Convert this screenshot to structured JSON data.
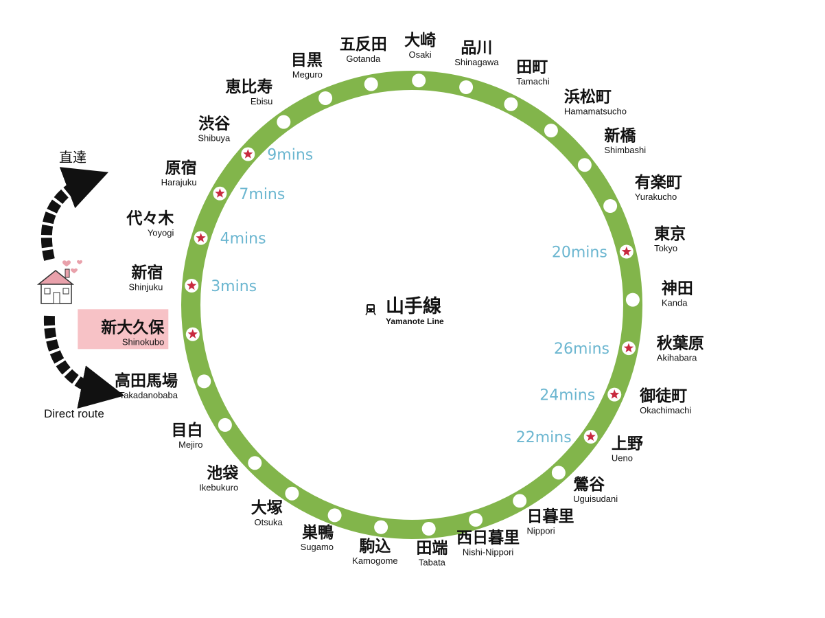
{
  "line": {
    "name_jp": "山手線",
    "name_en": "Yamanote Line",
    "line_color": "#82b54b",
    "station_color": "#ffffff",
    "highlight_color": "#f7c2c6",
    "star_color": "#c8293f",
    "time_color": "#6bb6d0",
    "train_icon": "train-icon"
  },
  "legend": {
    "top_label": "直達",
    "bottom_label": "Direct route",
    "home_icon": "house-icon",
    "arrow_icon": "curved-arrow-icon",
    "heart_icon": "heart-icon"
  },
  "stations": [
    {
      "id": "shinokubo",
      "jp": "新大久保",
      "en": "Shinokubo",
      "star": true,
      "highlight": true,
      "time": ""
    },
    {
      "id": "shinjuku",
      "jp": "新宿",
      "en": "Shinjuku",
      "star": true,
      "time": "3mins"
    },
    {
      "id": "yoyogi",
      "jp": "代々木",
      "en": "Yoyogi",
      "star": true,
      "time": "4mins"
    },
    {
      "id": "harajuku",
      "jp": "原宿",
      "en": "Harajuku",
      "star": true,
      "time": "7mins"
    },
    {
      "id": "shibuya",
      "jp": "渋谷",
      "en": "Shibuya",
      "star": true,
      "time": "9mins"
    },
    {
      "id": "ebisu",
      "jp": "恵比寿",
      "en": "Ebisu",
      "star": false,
      "time": ""
    },
    {
      "id": "meguro",
      "jp": "目黒",
      "en": "Meguro",
      "star": false,
      "time": ""
    },
    {
      "id": "gotanda",
      "jp": "五反田",
      "en": "Gotanda",
      "star": false,
      "time": ""
    },
    {
      "id": "osaki",
      "jp": "大崎",
      "en": "Osaki",
      "star": false,
      "time": ""
    },
    {
      "id": "shinagawa",
      "jp": "品川",
      "en": "Shinagawa",
      "star": false,
      "time": ""
    },
    {
      "id": "tamachi",
      "jp": "田町",
      "en": "Tamachi",
      "star": false,
      "time": ""
    },
    {
      "id": "hamamatsucho",
      "jp": "浜松町",
      "en": "Hamamatsucho",
      "star": false,
      "time": ""
    },
    {
      "id": "shimbashi",
      "jp": "新橋",
      "en": "Shimbashi",
      "star": false,
      "time": ""
    },
    {
      "id": "yurakucho",
      "jp": "有楽町",
      "en": "Yurakucho",
      "star": false,
      "time": ""
    },
    {
      "id": "tokyo",
      "jp": "東京",
      "en": "Tokyo",
      "star": true,
      "time": "20mins"
    },
    {
      "id": "kanda",
      "jp": "神田",
      "en": "Kanda",
      "star": false,
      "time": ""
    },
    {
      "id": "akihabara",
      "jp": "秋葉原",
      "en": "Akihabara",
      "star": true,
      "time": "26mins"
    },
    {
      "id": "okachimachi",
      "jp": "御徒町",
      "en": "Okachimachi",
      "star": true,
      "time": "24mins"
    },
    {
      "id": "ueno",
      "jp": "上野",
      "en": "Ueno",
      "star": true,
      "time": "22mins"
    },
    {
      "id": "uguisudani",
      "jp": "鶯谷",
      "en": "Uguisudani",
      "star": false,
      "time": ""
    },
    {
      "id": "nippori",
      "jp": "日暮里",
      "en": "Nippori",
      "star": false,
      "time": ""
    },
    {
      "id": "nishi-nippori",
      "jp": "西日暮里",
      "en": "Nishi-Nippori",
      "star": false,
      "time": ""
    },
    {
      "id": "tabata",
      "jp": "田端",
      "en": "Tabata",
      "star": false,
      "time": ""
    },
    {
      "id": "kamagome",
      "jp": "駒込",
      "en": "Kamogome",
      "star": false,
      "time": ""
    },
    {
      "id": "sugamo",
      "jp": "巣鴨",
      "en": "Sugamo",
      "star": false,
      "time": ""
    },
    {
      "id": "otsuka",
      "jp": "大塚",
      "en": "Otsuka",
      "star": false,
      "time": ""
    },
    {
      "id": "ikebukuro",
      "jp": "池袋",
      "en": "Ikebukuro",
      "star": false,
      "time": ""
    },
    {
      "id": "mejiro",
      "jp": "目白",
      "en": "Mejiro",
      "star": false,
      "time": ""
    },
    {
      "id": "takadanobaba",
      "jp": "高田馬場",
      "en": "Takadanobaba",
      "star": false,
      "time": ""
    }
  ]
}
